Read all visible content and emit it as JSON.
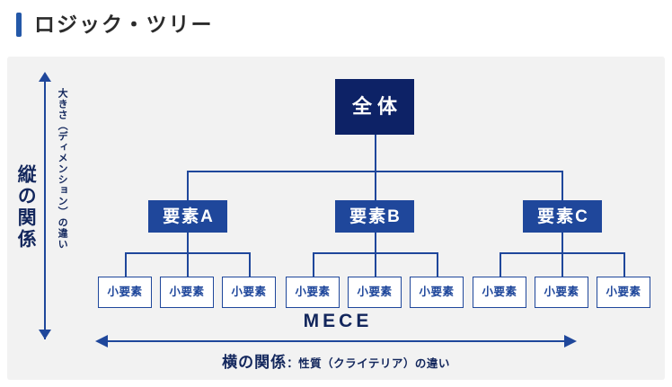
{
  "header": {
    "title": "ロジック・ツリー",
    "accent_color": "#2458a8"
  },
  "panel": {
    "background_color": "#f2f2f2"
  },
  "axes": {
    "vertical": {
      "main_label": "縦の関係",
      "sub_label": "大きさ（ディメンション）の違い",
      "color": "#1f479b",
      "direction": "double"
    },
    "horizontal": {
      "title": "MECE",
      "caption_strong": "横の関係",
      "caption_separator": "：",
      "caption_small": "性質（クライテリア）の違い",
      "color": "#1f479b",
      "direction": "double"
    }
  },
  "tree": {
    "root": {
      "label": "全体",
      "bg_color": "#0d2266",
      "text_color": "#ffffff"
    },
    "branches": [
      {
        "label": "要素A",
        "bg_color": "#1f479b",
        "text_color": "#ffffff",
        "leaves": [
          {
            "label": "小要素"
          },
          {
            "label": "小要素"
          },
          {
            "label": "小要素"
          }
        ]
      },
      {
        "label": "要素B",
        "bg_color": "#1f479b",
        "text_color": "#ffffff",
        "leaves": [
          {
            "label": "小要素"
          },
          {
            "label": "小要素"
          },
          {
            "label": "小要素"
          }
        ]
      },
      {
        "label": "要素C",
        "bg_color": "#1f479b",
        "text_color": "#ffffff",
        "leaves": [
          {
            "label": "小要素"
          },
          {
            "label": "小要素"
          },
          {
            "label": "小要素"
          }
        ]
      }
    ],
    "leaf_border_color": "#1f479b",
    "leaf_bg_color": "#ffffff",
    "leaf_text_color": "#1f479b",
    "connector_color": "#1f479b"
  }
}
